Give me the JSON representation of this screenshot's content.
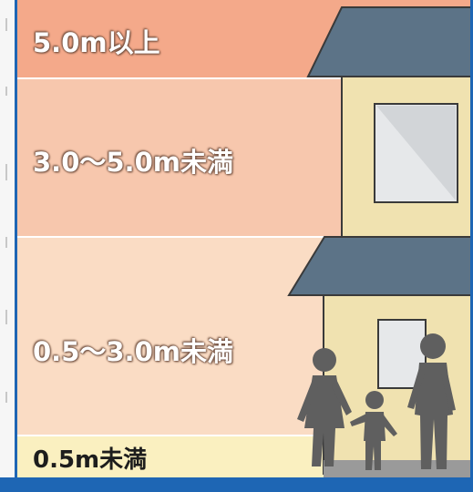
{
  "levels": [
    {
      "label": "5.0m以上",
      "color": "#f4a98a"
    },
    {
      "label": "3.0〜5.0m未満",
      "color": "#f7c7ad"
    },
    {
      "label": "0.5〜3.0m未満",
      "color": "#fadcc4"
    },
    {
      "label": "0.5m未満",
      "color": "#faf0c0"
    }
  ],
  "colors": {
    "roof": "#5c7387",
    "wall": "#f0e2b0",
    "window": "#e6e8ea",
    "person": "#5f5f5f",
    "ground": "#9a9a9a",
    "frame": "#1e66b4"
  }
}
